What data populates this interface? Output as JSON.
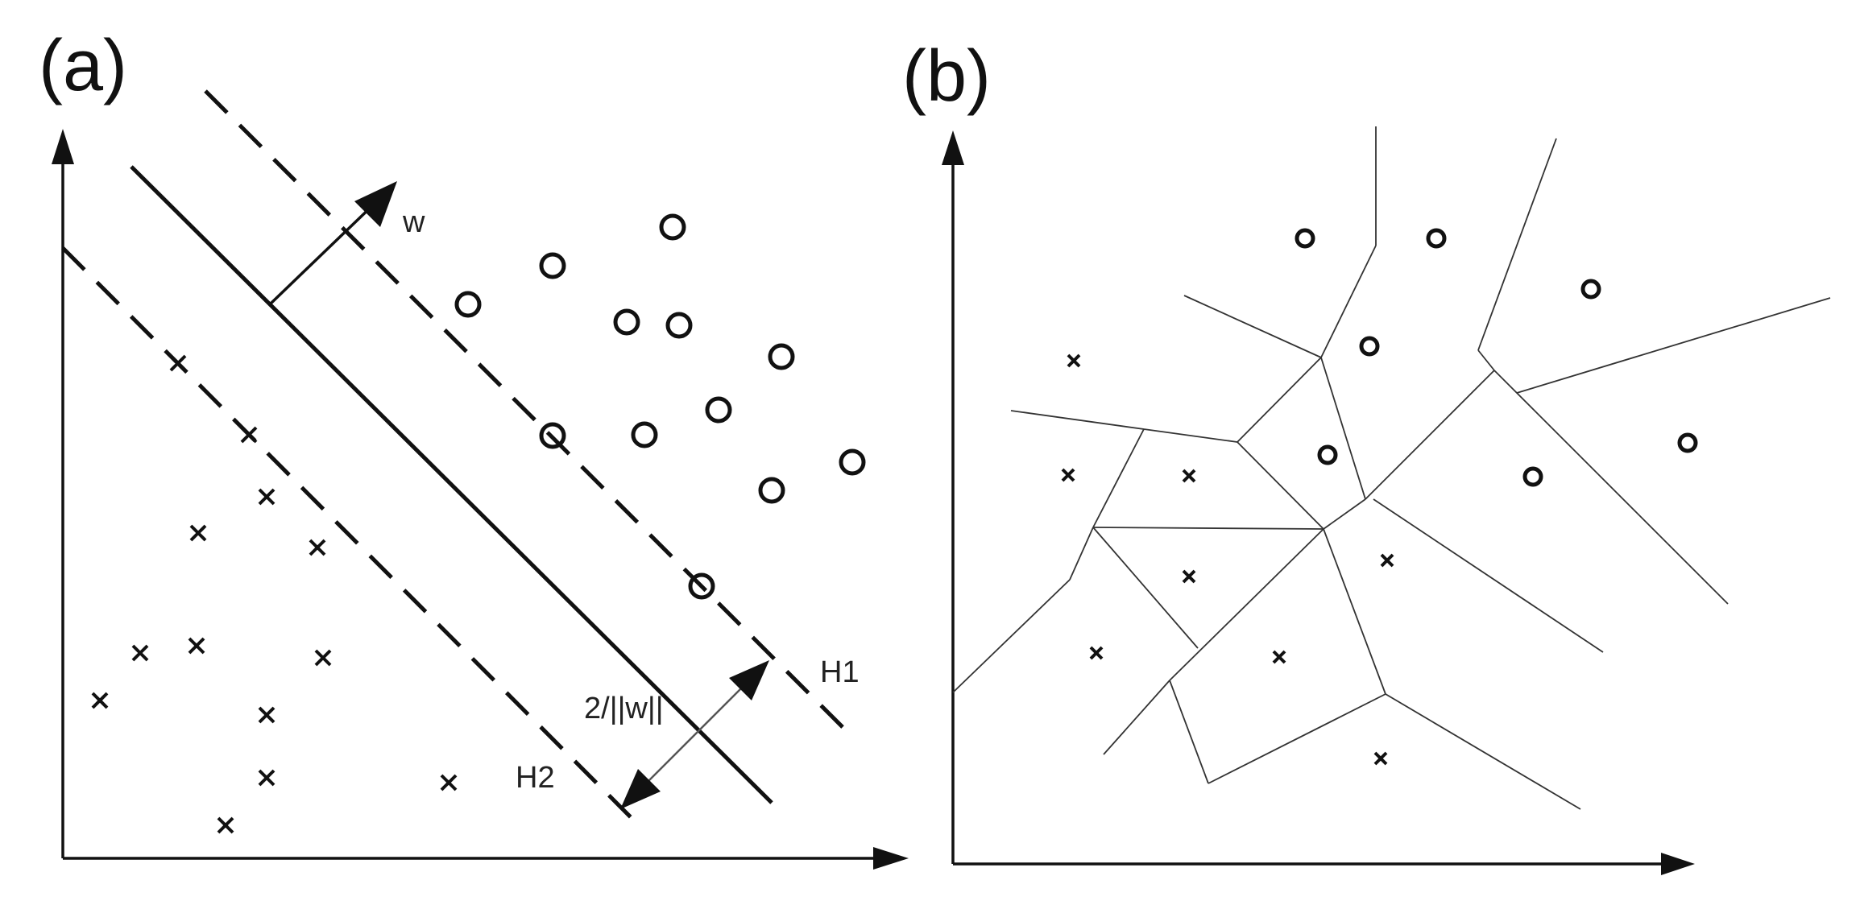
{
  "panels": {
    "a": {
      "label": "(a)",
      "w_label": "w",
      "margin_label": "2/||w||",
      "h1_label": "H1",
      "h2_label": "H2"
    },
    "b": {
      "label": "(b)"
    }
  },
  "legend_symbols": {
    "class_1": "o",
    "class_2": "×"
  }
}
